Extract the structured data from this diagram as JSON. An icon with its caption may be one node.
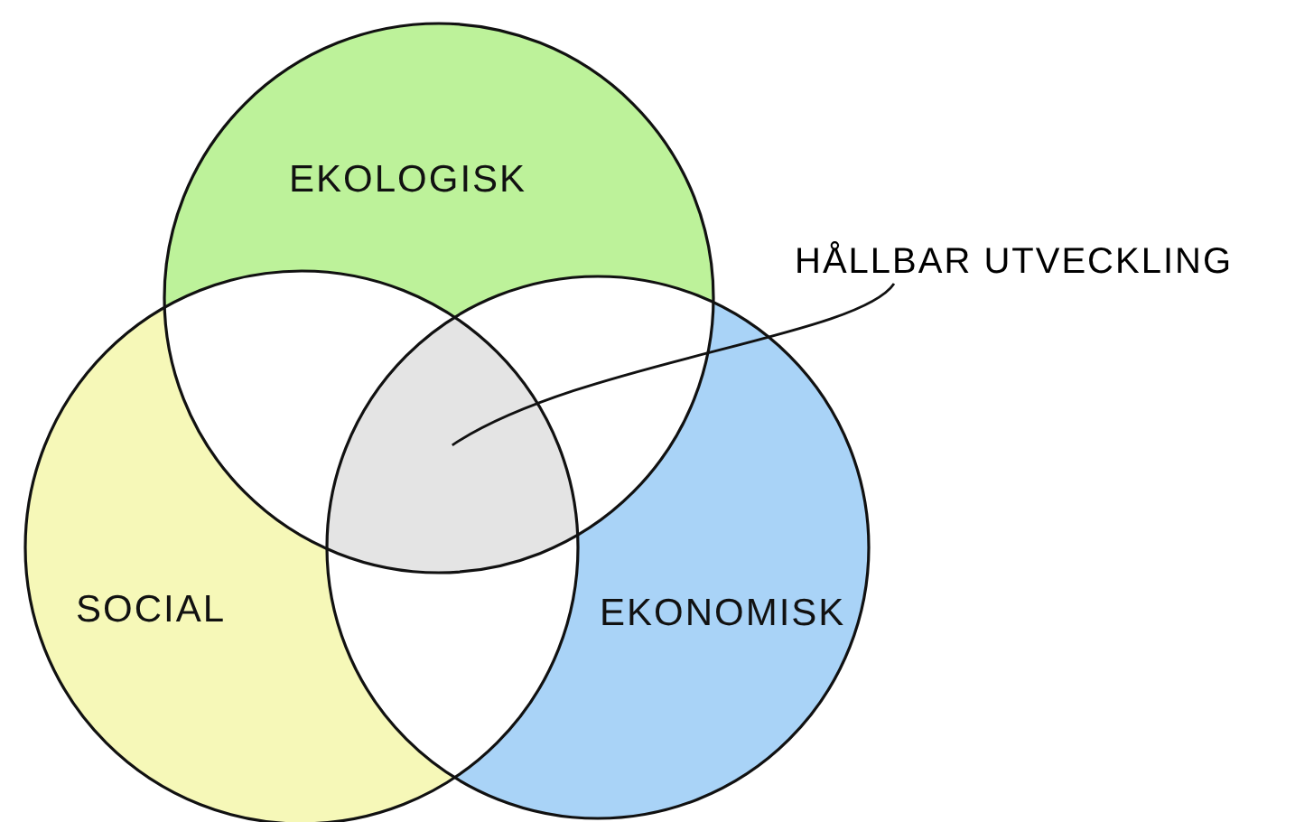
{
  "diagram": {
    "nodes": [
      {
        "text": [
          "EKOLOGISK"
        ]
      },
      {
        "text": [
          "SOCIAL"
        ]
      },
      {
        "text": [
          "EKONOMISK"
        ]
      },
      {
        "text": [
          "HÅLLBAR UTVECKLING"
        ]
      },
      {
        "text": [],
        "shape": "region"
      }
    ],
    "edges": [
      {
        "from": 3,
        "to": 4,
        "arrow": "none"
      }
    ]
  }
}
